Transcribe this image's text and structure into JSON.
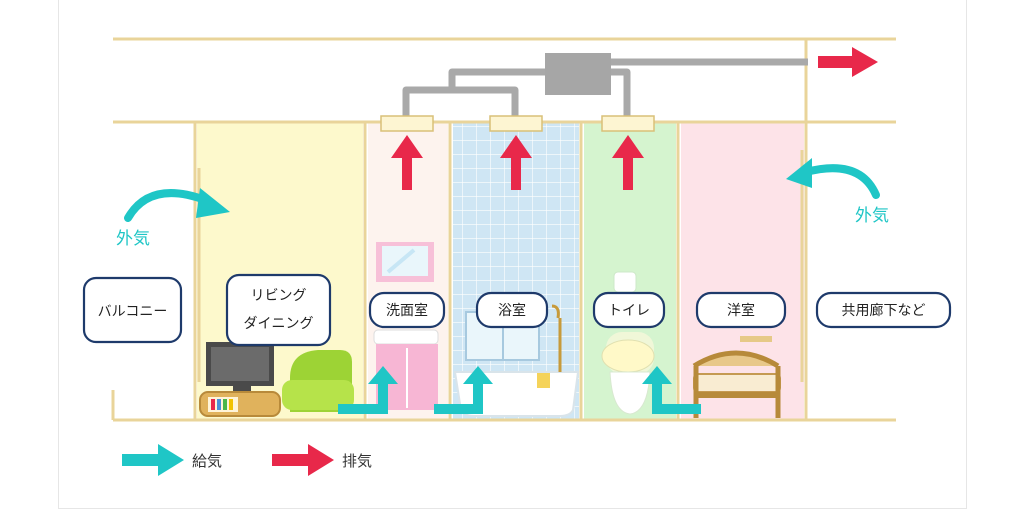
{
  "rooms": {
    "balcony": "バルコニー",
    "living_line1": "リビング",
    "living_line2": "ダイニング",
    "washroom": "洗面室",
    "bathroom": "浴室",
    "toilet": "トイレ",
    "bedroom": "洋室",
    "corridor": "共用廊下など"
  },
  "labels": {
    "outside_air_left": "外気",
    "outside_air_right": "外気"
  },
  "legend": {
    "supply": "給気",
    "exhaust": "排気"
  },
  "colors": {
    "supply": "#1fc6c6",
    "exhaust": "#e8284a",
    "wall": "#e9d49a",
    "duct": "#a9a9a9",
    "bubble_border": "#1e3a6b"
  }
}
